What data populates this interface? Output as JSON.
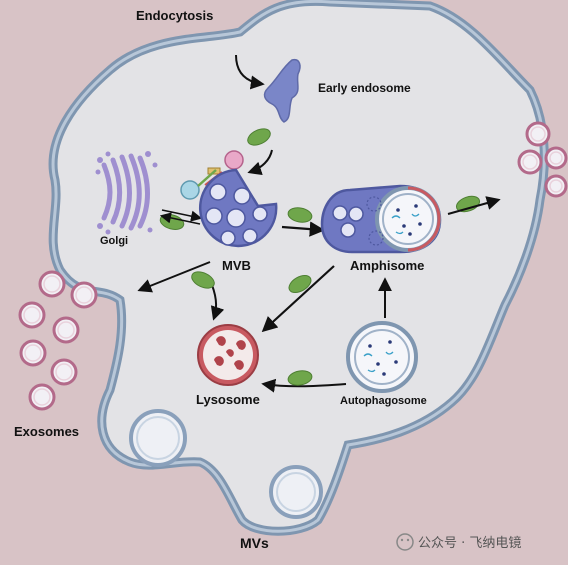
{
  "labels": {
    "endocytosis": "Endocytosis",
    "early_endosome": "Early endosome",
    "golgi": "Golgi",
    "mvb": "MVB",
    "amphisome": "Amphisome",
    "lysosome": "Lysosome",
    "autophagosome": "Autophagosome",
    "exosomes": "Exosomes",
    "mvs": "MVs"
  },
  "watermark": "公众号 · 飞纳电镜",
  "colors": {
    "background": "#d8c3c6",
    "cytoplasm": "#e3e3e6",
    "membrane": "#7f96b0",
    "mvb_body": "#6f78c2",
    "lysosome": "#c85a61",
    "golgi": "#9f8fd0",
    "green_cargo": "#6fa64b",
    "vesicle_fill": "#f2f0f5"
  }
}
